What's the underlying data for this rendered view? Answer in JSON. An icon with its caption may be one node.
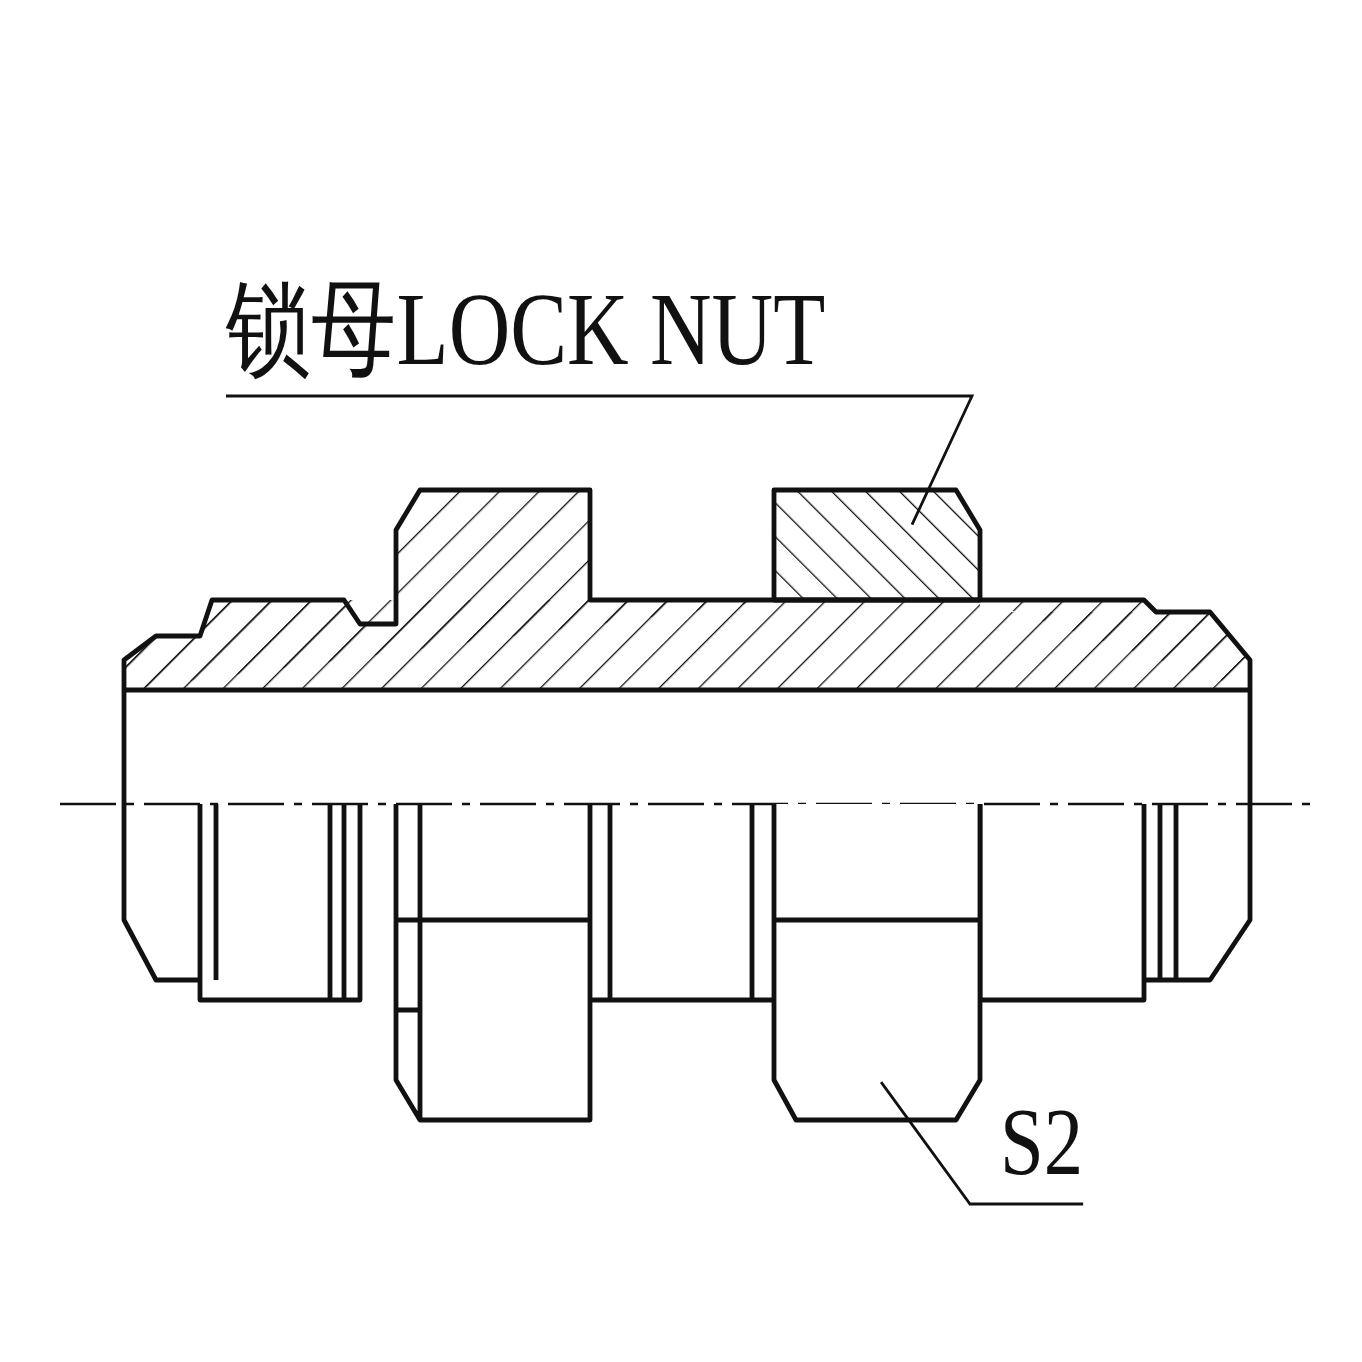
{
  "diagram": {
    "nodes": [
      {
        "text": [
          "锁母LOCK NUT"
        ]
      },
      {
        "text": [
          "S2"
        ]
      },
      {
        "text": [],
        "shape": "picture"
      }
    ],
    "edges": [
      {
        "from": 0,
        "to": 2,
        "arrow": "none"
      },
      {
        "from": 1,
        "to": 2,
        "arrow": "none"
      }
    ]
  }
}
